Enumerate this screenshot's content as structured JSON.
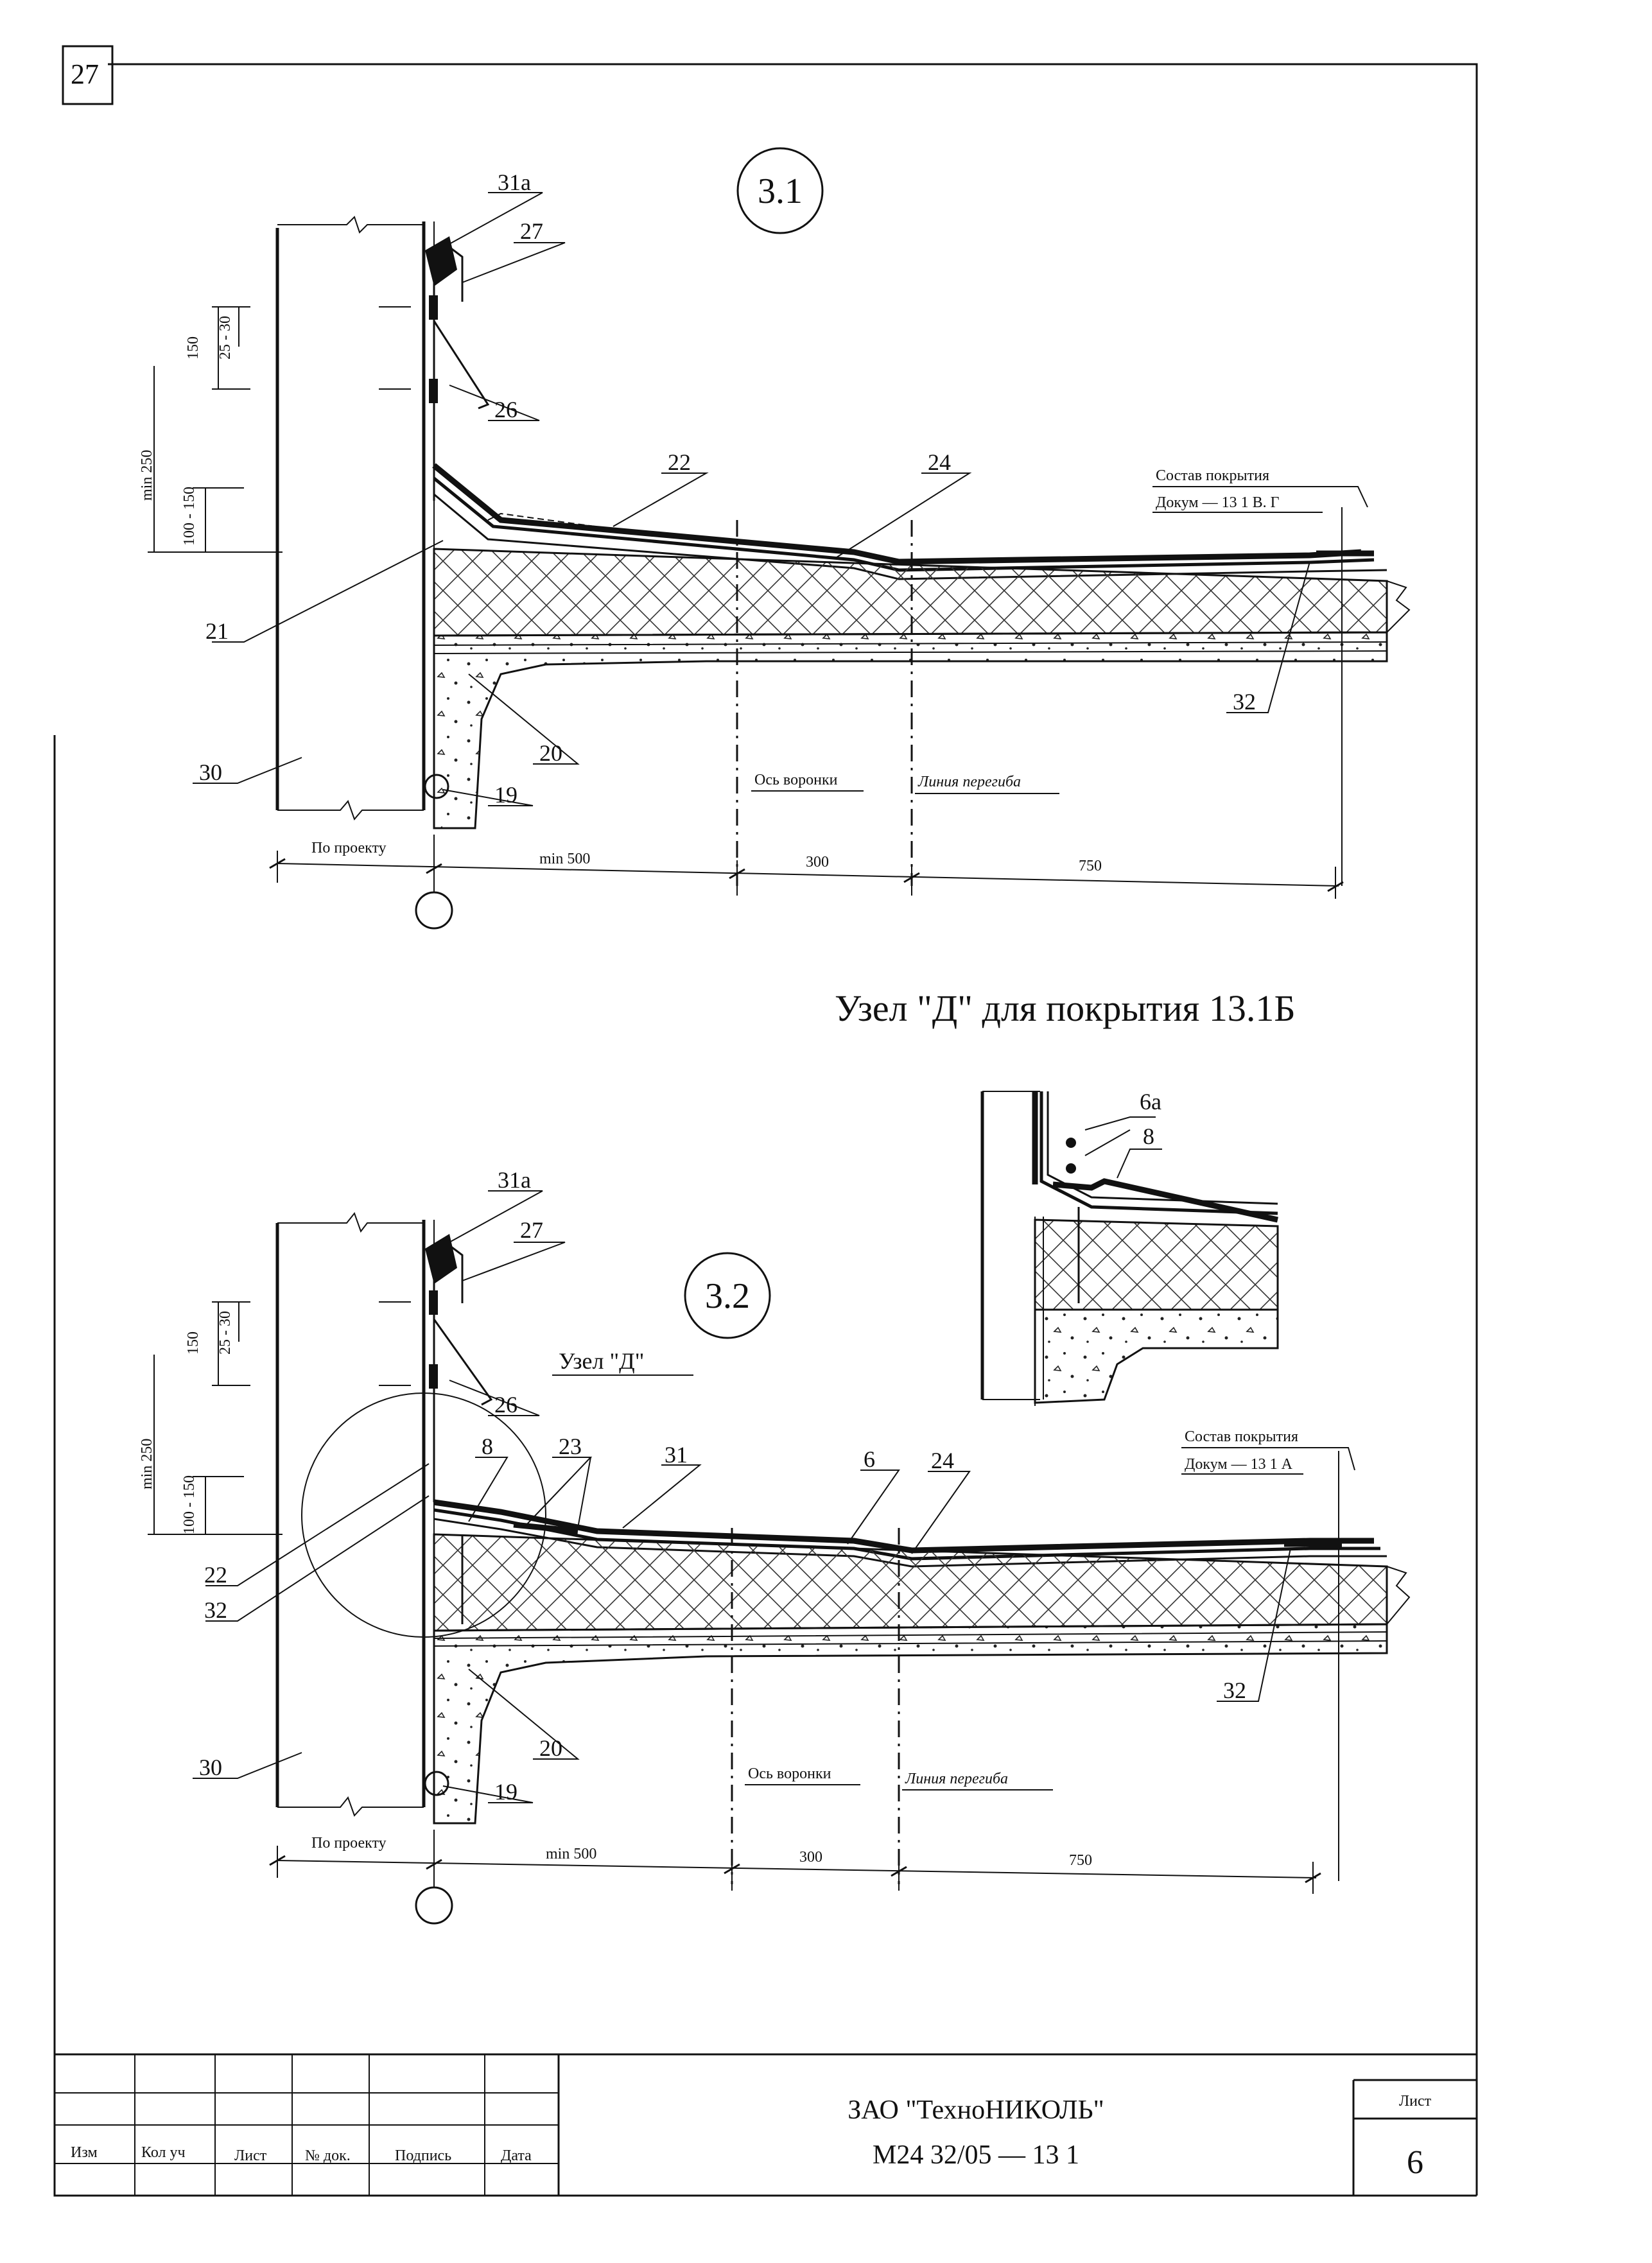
{
  "corner_number": "27",
  "detail_1": {
    "circle_label": "3.1",
    "callouts": {
      "c31a": "31a",
      "c27": "27",
      "c26": "26",
      "c22": "22",
      "c24": "24",
      "c21": "21",
      "c20": "20",
      "c19": "19",
      "c30": "30",
      "c32": "32"
    },
    "dims_vertical": {
      "d150": "150",
      "d25_30": "25 - 30",
      "dmin250": "min 250",
      "d100_150": "100 - 150"
    },
    "coating_label": "Состав покрытия",
    "coating_doc": "Докум — 13 1 В. Г",
    "axis_funnel": "Ось воронки",
    "bend_line": "Линия перегиба",
    "dims_horizontal": {
      "by_project": "По проекту",
      "min500": "min 500",
      "d300": "300",
      "d750": "750"
    }
  },
  "title": "Узел \"Д\" для покрытия 13.1Б",
  "inset": {
    "c6a": "6a",
    "c8": "8"
  },
  "detail_2": {
    "circle_label": "3.2",
    "node_label": "Узел \"Д\"",
    "callouts": {
      "c31a": "31a",
      "c27": "27",
      "c26": "26",
      "c8": "8",
      "c23": "23",
      "c31": "31",
      "c6": "6",
      "c24": "24",
      "c22": "22",
      "c32a": "32",
      "c20": "20",
      "c19": "19",
      "c30": "30",
      "c32b": "32"
    },
    "dims_vertical": {
      "d150": "150",
      "d25_30": "25 - 30",
      "dmin250": "min 250",
      "d100_150": "100 - 150"
    },
    "coating_label": "Состав покрытия",
    "coating_doc": "Докум — 13 1 А",
    "axis_funnel": "Ось воронки",
    "bend_line": "Линия перегиба",
    "dims_horizontal": {
      "by_project": "По проекту",
      "min500": "min 500",
      "d300": "300",
      "d750": "750"
    }
  },
  "title_block": {
    "columns": [
      "Изм",
      "Кол уч",
      "Лист",
      "№ док.",
      "Подпись",
      "Дата"
    ],
    "company": "ЗАО \"ТехноНИКОЛЬ\"",
    "doc_code": "М24 32/05   —   13 1",
    "sheet_label": "Лист",
    "sheet_number": "6"
  }
}
